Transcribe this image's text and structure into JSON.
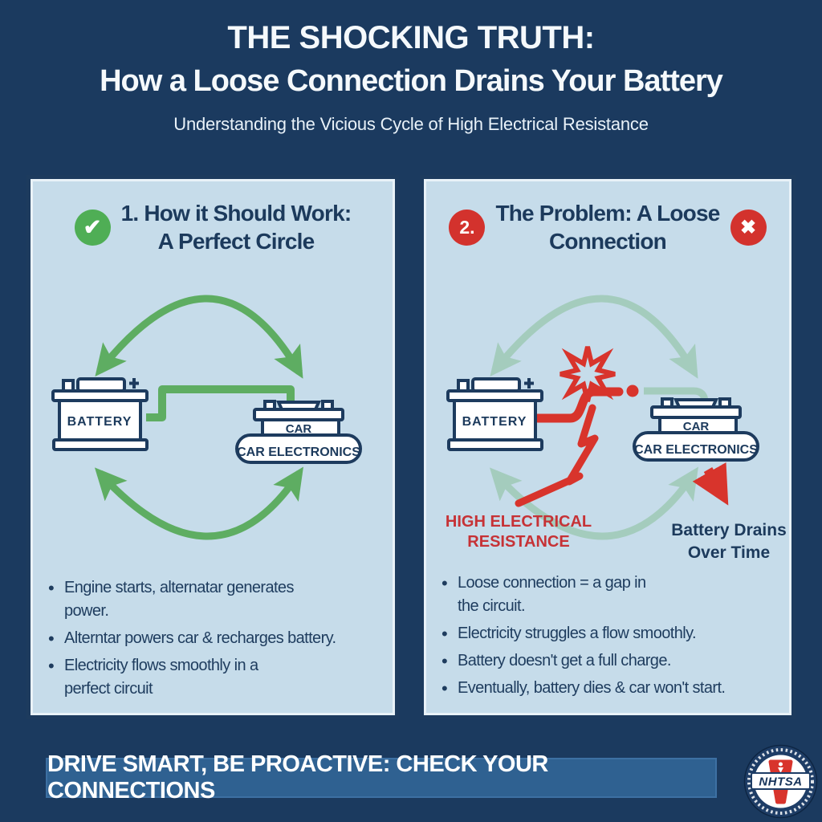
{
  "header": {
    "title_line1": "THE SHOCKING TRUTH:",
    "title_line2": "How a Loose Connection Drains Your Battery",
    "subtitle": "Understanding the Vicious Cycle of High Electrical Resistance"
  },
  "panels": {
    "good": {
      "icon": "green-check",
      "check_glyph": "✔",
      "title_line1": "1. How it Should Work:",
      "title_line2": "A Perfect Circle",
      "labels": {
        "battery": "BATTERY",
        "car_line1": "CAR",
        "car_line2": "CAR ELECTRONICS"
      },
      "bullets": [
        "Engine starts, alternatar generates\npower.",
        "Alterntar powers car & recharges battery.",
        "Electricity flows smoothly in a\nperfect circuit"
      ]
    },
    "problem": {
      "number": "2.",
      "icon": "red-cross",
      "cross_glyph": "✖",
      "title_line1": "The Problem: A Loose",
      "title_line2": "Connection",
      "labels": {
        "battery": "BATTERY",
        "car_line1": "CAR",
        "car_line2": "CAR ELECTRONICS",
        "resistance_line1": "HIGH ELECTRICAL",
        "resistance_line2": "RESISTANCE",
        "drain_line1": "Battery Drains",
        "drain_line2": "Over Time"
      },
      "bullets": [
        "Loose connection = a gap in\nthe circuit.",
        "Electricity struggles a flow smoothly.",
        "Battery doesn't get a full charge.",
        "Eventually, battery dies & car won't start."
      ]
    }
  },
  "footer": {
    "banner": "DRIVE SMART, BE PROACTIVE: CHECK YOUR CONNECTIONS",
    "logo_text": "NHTSA"
  },
  "colors": {
    "background": "#1b3a5f",
    "panel": "#c6dcea",
    "navy_text": "#1c3a5c",
    "green": "#5ead62",
    "check_green": "#4fae55",
    "red": "#d8342c",
    "badge_red": "#d3322d",
    "banner_blue": "#2f6191"
  }
}
